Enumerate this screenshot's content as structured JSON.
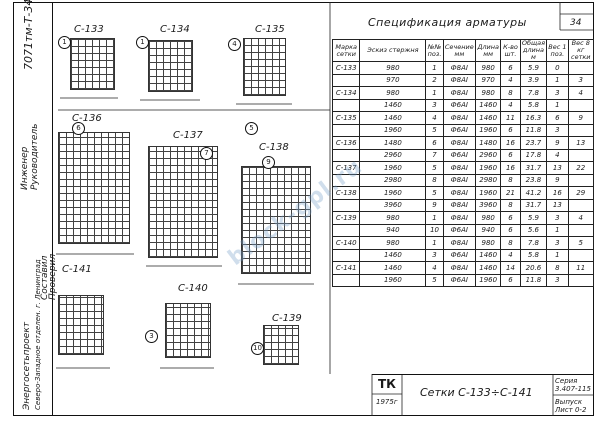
{
  "doc_code": "7071тм-Т-34",
  "sheet_number": "34",
  "spec_title": "Спецификация арматуры",
  "drawing_title": "Сетки С-133÷С-141",
  "stamp": "ТК",
  "year": "1975г",
  "series": "Серия 3.407-115",
  "sheet_label": "Выпуск Лист 0-2",
  "org": "Энергосетьпроект",
  "org_sub": "Северо-Западное отделен. г. Ленинград",
  "side_signatures": [
    "Инженер",
    "Руководитель",
    "Составил",
    "Проверил"
  ],
  "mesh_labels": [
    "С-133",
    "С-134",
    "С-135",
    "С-136",
    "С-137",
    "С-138",
    "С-141",
    "С-140",
    "С-139"
  ],
  "headers": [
    "Марка сетки",
    "Эскиз стержня",
    "№№ поз.",
    "Сечение мм",
    "Длина мм",
    "К-во шт.",
    "Общая длина м",
    "Вес 1 поз.",
    "Вес 8 кг сетки"
  ],
  "rows": [
    [
      "С-133",
      "980",
      "1",
      "Ф8АI",
      "980",
      "6",
      "5.9",
      "0",
      ""
    ],
    [
      "",
      "970",
      "2",
      "Ф8АI",
      "970",
      "4",
      "3.9",
      "1",
      "3"
    ],
    [
      "С-134",
      "980",
      "1",
      "Ф8АI",
      "980",
      "8",
      "7.8",
      "3",
      "4"
    ],
    [
      "",
      "1460",
      "3",
      "Ф6АI",
      "1460",
      "4",
      "5.8",
      "1",
      ""
    ],
    [
      "С-135",
      "1460",
      "4",
      "Ф8АI",
      "1460",
      "11",
      "16.3",
      "6",
      "9"
    ],
    [
      "",
      "1960",
      "5",
      "Ф6АI",
      "1960",
      "6",
      "11.8",
      "3",
      ""
    ],
    [
      "С-136",
      "1480",
      "6",
      "Ф8АI",
      "1480",
      "16",
      "23.7",
      "9",
      "13"
    ],
    [
      "",
      "2960",
      "7",
      "Ф6АI",
      "2960",
      "6",
      "17.8",
      "4",
      ""
    ],
    [
      "С-137",
      "1960",
      "5",
      "Ф8АI",
      "1960",
      "16",
      "31.7",
      "13",
      "22"
    ],
    [
      "",
      "2980",
      "8",
      "Ф8АI",
      "2980",
      "8",
      "23.8",
      "9",
      ""
    ],
    [
      "С-138",
      "1960",
      "5",
      "Ф8АI",
      "1960",
      "21",
      "41.2",
      "16",
      "29"
    ],
    [
      "",
      "3960",
      "9",
      "Ф8АI",
      "3960",
      "8",
      "31.7",
      "13",
      ""
    ],
    [
      "С-139",
      "980",
      "1",
      "Ф8АI",
      "980",
      "6",
      "5.9",
      "3",
      "4"
    ],
    [
      "",
      "940",
      "10",
      "Ф6АI",
      "940",
      "6",
      "5.6",
      "1",
      ""
    ],
    [
      "С-140",
      "980",
      "1",
      "Ф8АI",
      "980",
      "8",
      "7.8",
      "3",
      "5"
    ],
    [
      "",
      "1460",
      "3",
      "Ф6АI",
      "1460",
      "4",
      "5.8",
      "1",
      ""
    ],
    [
      "С-141",
      "1460",
      "4",
      "Ф8АI",
      "1460",
      "14",
      "20.6",
      "8",
      "11"
    ],
    [
      "",
      "1960",
      "5",
      "Ф6АI",
      "1960",
      "6",
      "11.8",
      "3",
      ""
    ]
  ],
  "watermark": "block-gpl.ru"
}
